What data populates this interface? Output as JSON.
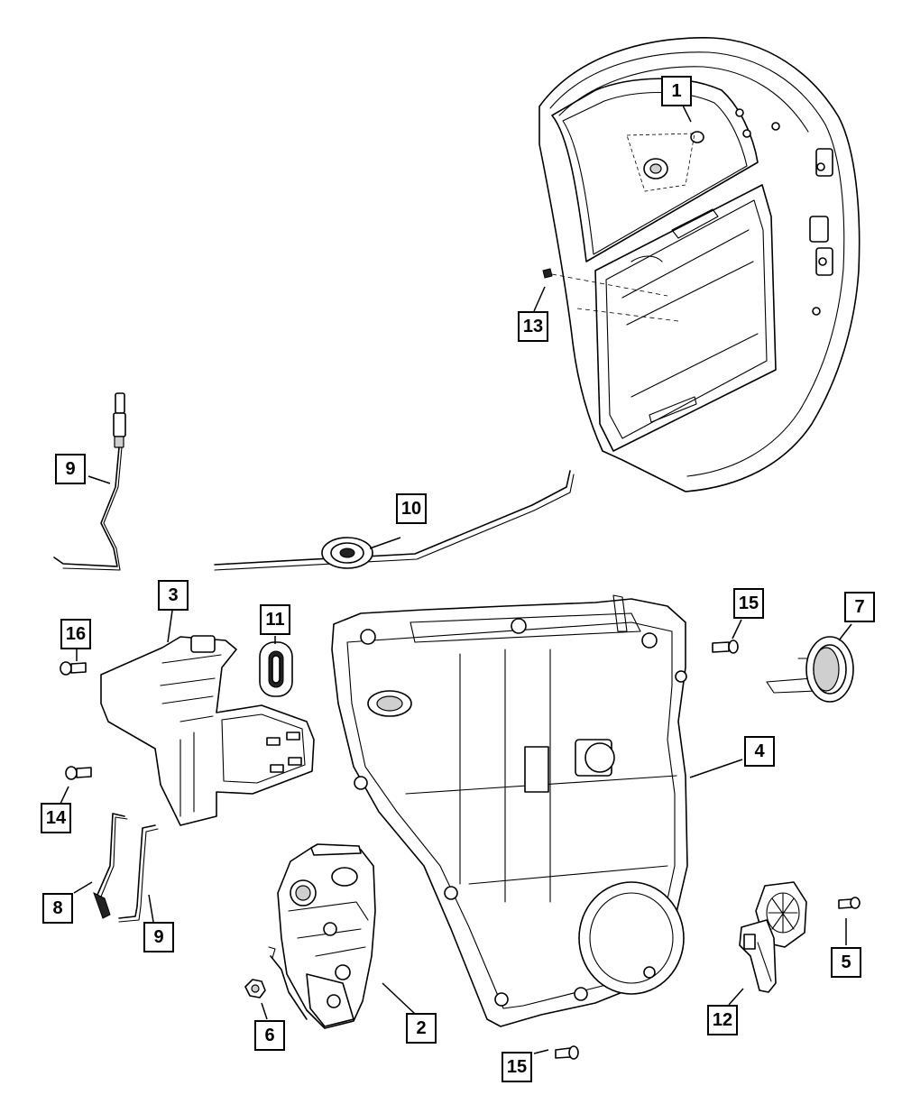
{
  "callouts": [
    {
      "id": "c1",
      "label": "1"
    },
    {
      "id": "c13",
      "label": "13"
    },
    {
      "id": "c9a",
      "label": "9"
    },
    {
      "id": "c10",
      "label": "10"
    },
    {
      "id": "c3",
      "label": "3"
    },
    {
      "id": "c11",
      "label": "11"
    },
    {
      "id": "c16",
      "label": "16"
    },
    {
      "id": "c15a",
      "label": "15"
    },
    {
      "id": "c7",
      "label": "7"
    },
    {
      "id": "c4",
      "label": "4"
    },
    {
      "id": "c14",
      "label": "14"
    },
    {
      "id": "c8",
      "label": "8"
    },
    {
      "id": "c9b",
      "label": "9"
    },
    {
      "id": "c5",
      "label": "5"
    },
    {
      "id": "c2",
      "label": "2"
    },
    {
      "id": "c6",
      "label": "6"
    },
    {
      "id": "c12",
      "label": "12"
    },
    {
      "id": "c15b",
      "label": "15"
    }
  ]
}
